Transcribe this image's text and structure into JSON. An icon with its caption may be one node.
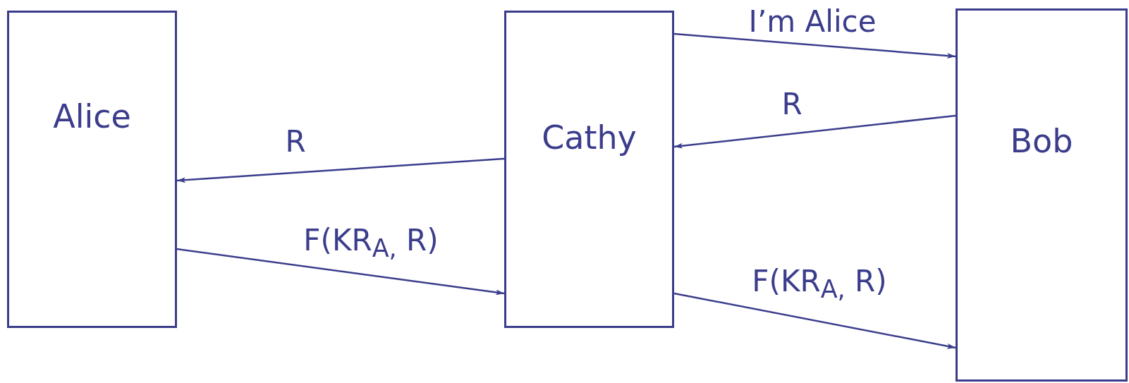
{
  "diagram": {
    "nodes": [
      {
        "text": [
          "Alice"
        ]
      },
      {
        "text": [
          "Cathy"
        ]
      },
      {
        "text": [
          "Bob"
        ]
      }
    ],
    "edges": [
      {
        "from": 1,
        "to": 2,
        "arrow": "to",
        "label": "I’m Alice"
      },
      {
        "from": 2,
        "to": 1,
        "arrow": "to",
        "label": "R"
      },
      {
        "from": 1,
        "to": 0,
        "arrow": "to",
        "label": "R"
      },
      {
        "from": 0,
        "to": 1,
        "arrow": "to",
        "label": "F(KR$_{A,}$ R)"
      },
      {
        "from": 1,
        "to": 2,
        "arrow": "to",
        "label": "F(KR$_{A,}$ R)"
      }
    ]
  }
}
